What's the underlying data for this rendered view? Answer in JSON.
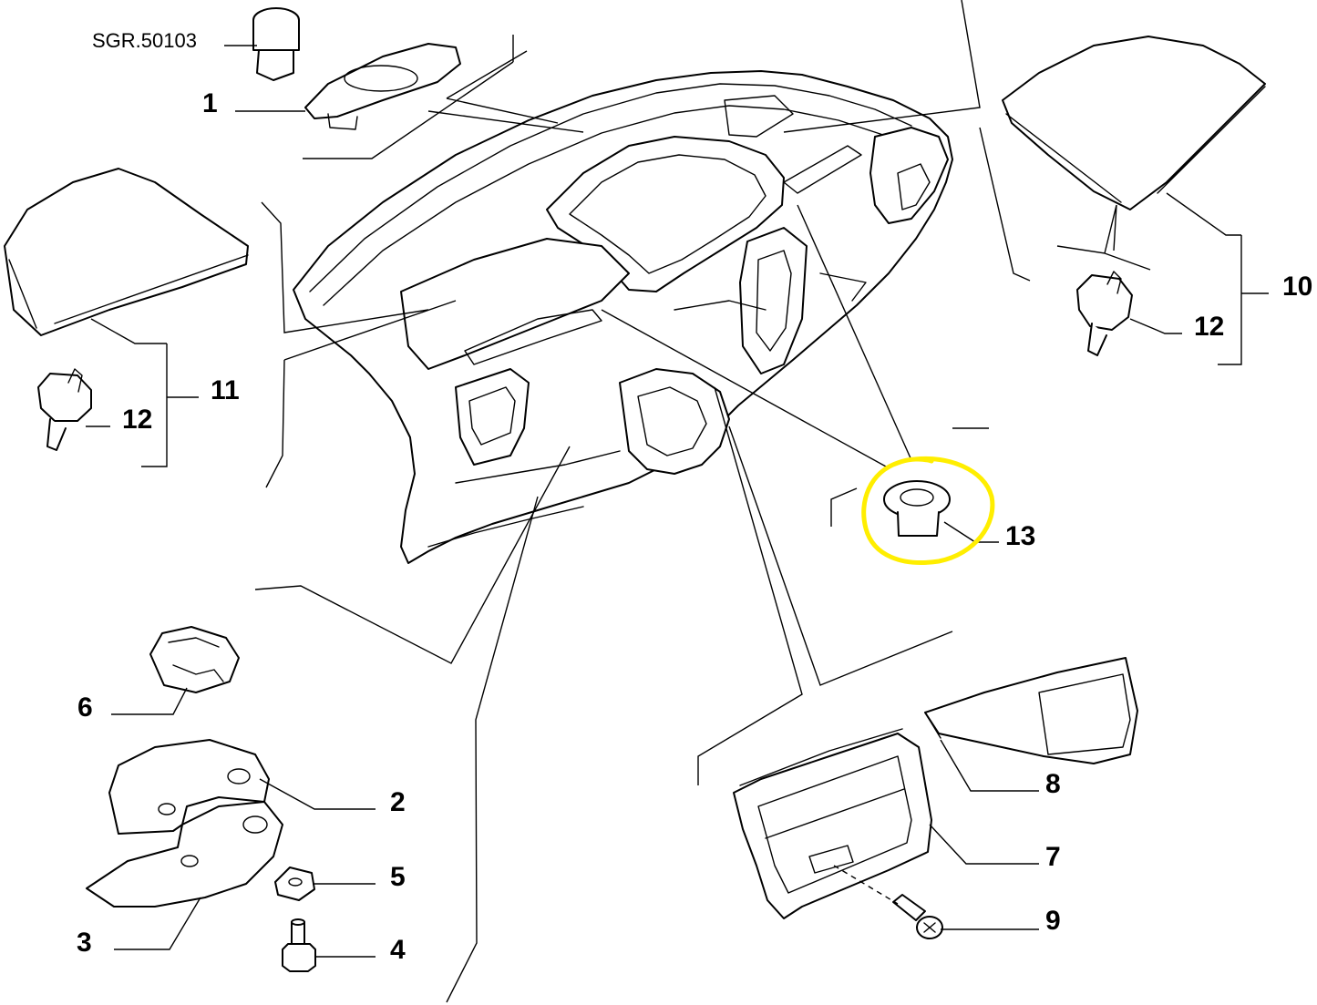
{
  "reference_code": "SGR.50103",
  "highlight_color": "#ffee00",
  "callouts": {
    "c1": "1",
    "c2": "2",
    "c3": "3",
    "c4": "4",
    "c5": "5",
    "c6": "6",
    "c7": "7",
    "c8": "8",
    "c9": "9",
    "c10": "10",
    "c11": "11",
    "c12_left": "12",
    "c12_right": "12",
    "c13": "13"
  },
  "highlighted_part": "13"
}
